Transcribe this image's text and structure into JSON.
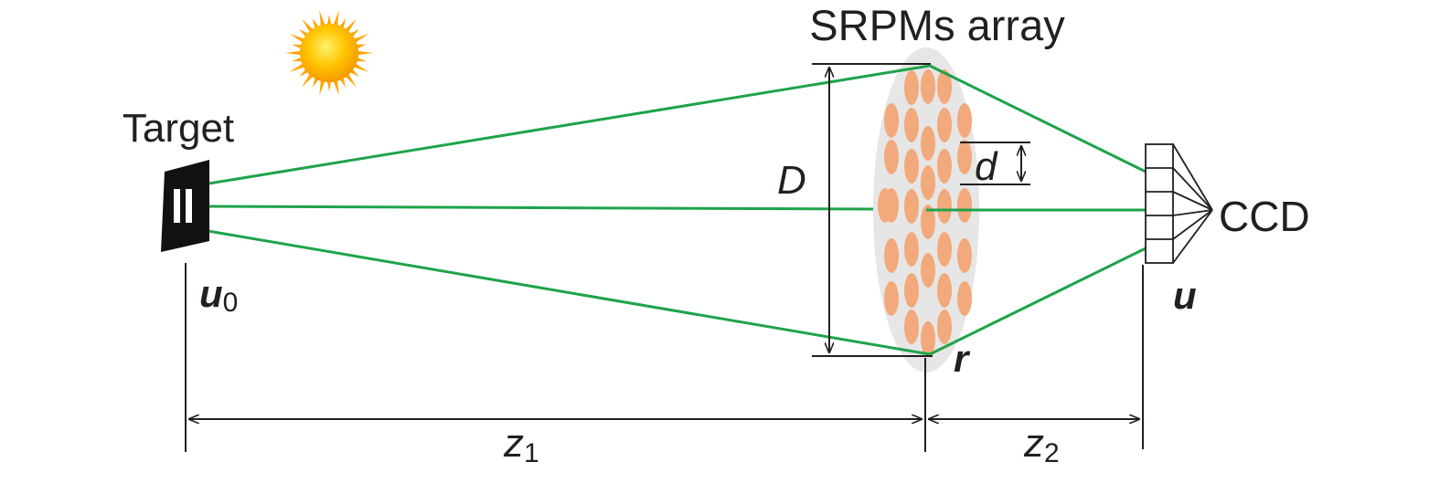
{
  "labels": {
    "array_title": "SRPMs array",
    "target": "Target",
    "ccd": "CCD",
    "aperture_symbol": "D",
    "spacing_symbol": "d",
    "object_field_symbol": "u",
    "object_field_subscript": "0",
    "image_field_symbol": "u",
    "array_plane_symbol": "r",
    "distance1_symbol": "z",
    "distance1_subscript": "1",
    "distance2_symbol": "z",
    "distance2_subscript": "2"
  },
  "colors": {
    "ray": "#1ea34a",
    "lens_disk": "#e6e6e6",
    "subaperture": "#f2a97c",
    "line": "#231f20",
    "sun_core": "#ffb000",
    "sun_rays": "#ffa400"
  },
  "icons": {
    "light_source": "sun-icon",
    "target_object": "bar-target-icon",
    "detector": "ccd-detector-icon"
  }
}
